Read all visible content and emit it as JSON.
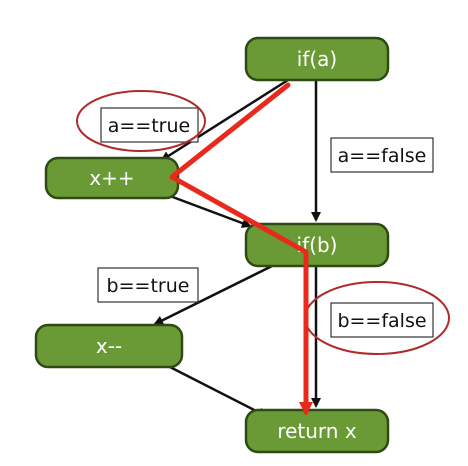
{
  "nodes": {
    "if_a": "if(a)",
    "x_inc": "x++",
    "if_b": "if(b)",
    "x_dec": "x--",
    "return_x": "return x"
  },
  "edge_labels": {
    "a_true": "a==true",
    "a_false": "a==false",
    "b_true": "b==true",
    "b_false": "b==false"
  },
  "colors": {
    "node_fill": "#6a9a35",
    "node_stroke": "#2f4a12",
    "highlight_path": "#e8291c",
    "highlight_ellipse": "#b02a2a"
  }
}
